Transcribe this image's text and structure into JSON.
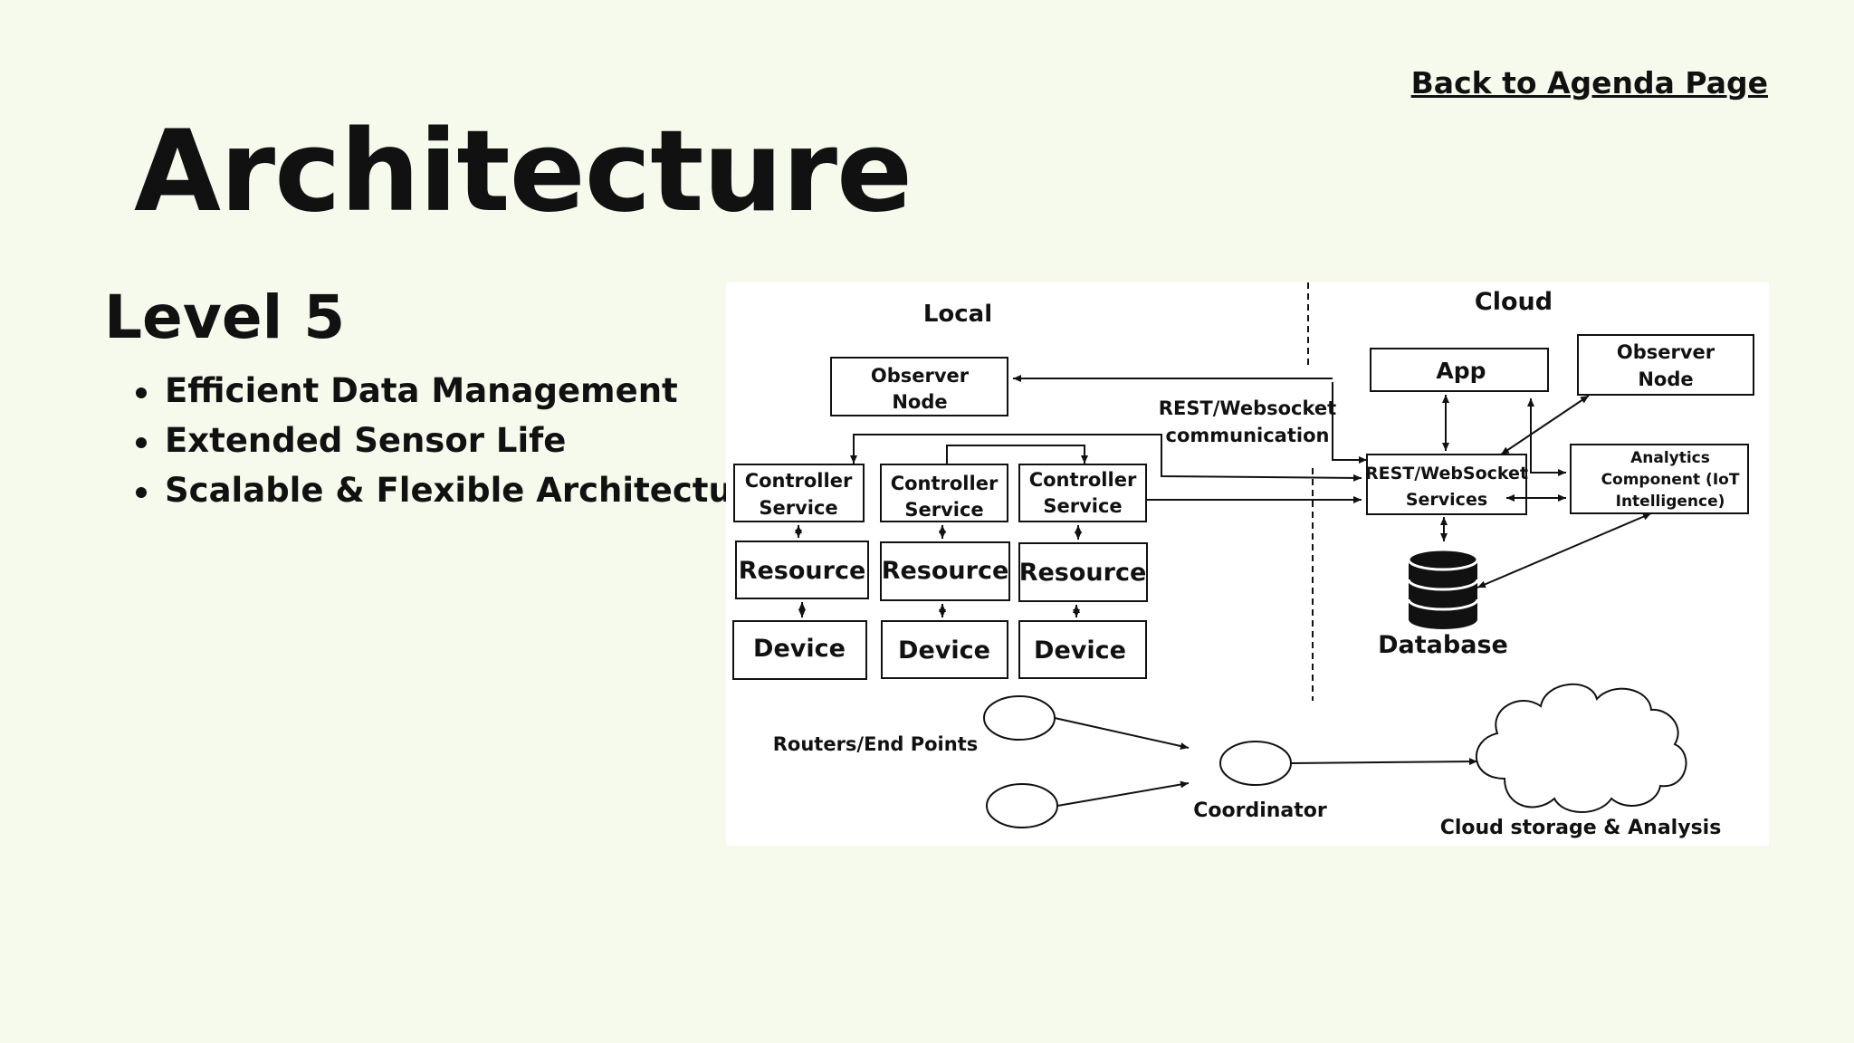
{
  "nav": {
    "back_label": "Back to Agenda Page"
  },
  "page": {
    "title": "Architecture"
  },
  "content": {
    "level_heading": "Level 5",
    "bullets": [
      "Efficient Data Management",
      "Extended Sensor Life",
      "Scalable & Flexible Architecture"
    ]
  },
  "diagram": {
    "local_label": "Local",
    "cloud_label": "Cloud",
    "observer_node_local": [
      "Observer",
      "Node"
    ],
    "rest_comm": [
      "REST/Websocket",
      "communication"
    ],
    "controller_service": [
      "Controller",
      "Service"
    ],
    "resource_label": "Resource",
    "device_label": "Device",
    "app_label": "App",
    "observer_node_cloud": [
      "Observer",
      "Node"
    ],
    "rest_services": [
      "REST/WebSocket",
      "Services"
    ],
    "analytics": [
      "Analytics",
      "Component (IoT",
      "Intelligence)"
    ],
    "database_label": "Database",
    "routers_label": "Routers/End Points",
    "coordinator_label": "Coordinator",
    "cloud_storage_label": "Cloud storage & Analysis"
  }
}
